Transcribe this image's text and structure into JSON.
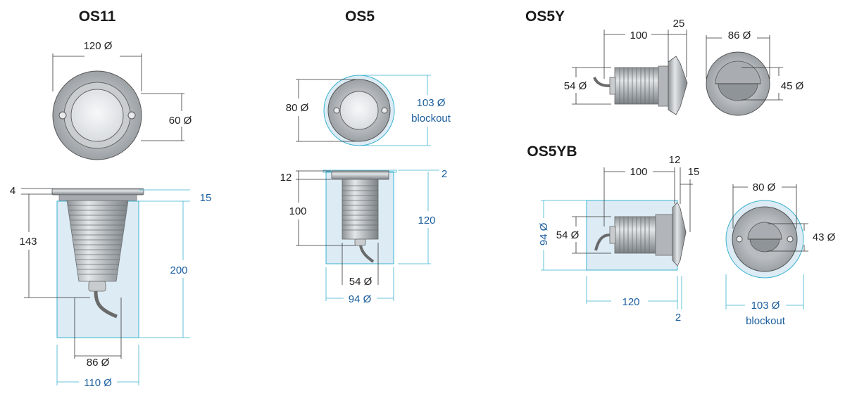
{
  "colors": {
    "blockout_line": "#3ab3cf",
    "blockout_fill": "#dcebf4",
    "blue_text": "#1a5e9e",
    "metal": "#b8bcc0",
    "lens": "#eceff2"
  },
  "os11": {
    "title": "OS11",
    "dia_top": "120 Ø",
    "dia_lens": "60 Ø",
    "depth_top": "4",
    "depth_body": "143",
    "collar": "15",
    "blockout_depth": "200",
    "base_dia": "86 Ø",
    "blockout_dia": "110 Ø"
  },
  "os5": {
    "title": "OS5",
    "dia_face": "80 Ø",
    "blockout_dia": "103 Ø",
    "blockout_word": "blockout",
    "top_h": "12",
    "body_h": "100",
    "gap": "2",
    "blockout_depth": "120",
    "body_dia": "54 Ø",
    "sleeve_dia": "94 Ø"
  },
  "os5y": {
    "title": "OS5Y",
    "length": "100",
    "face": "25",
    "dia_body": "54 Ø",
    "face_dia": "86 Ø",
    "opening": "45 Ø"
  },
  "os5yb": {
    "title": "OS5YB",
    "length": "100",
    "face": "12",
    "collar": "15",
    "sleeve_h": "94 Ø",
    "dia_body": "54 Ø",
    "sleeve_len": "120",
    "gap": "2",
    "face_dia": "80 Ø",
    "opening": "43 Ø",
    "blockout_dia": "103 Ø",
    "blockout_word": "blockout"
  }
}
